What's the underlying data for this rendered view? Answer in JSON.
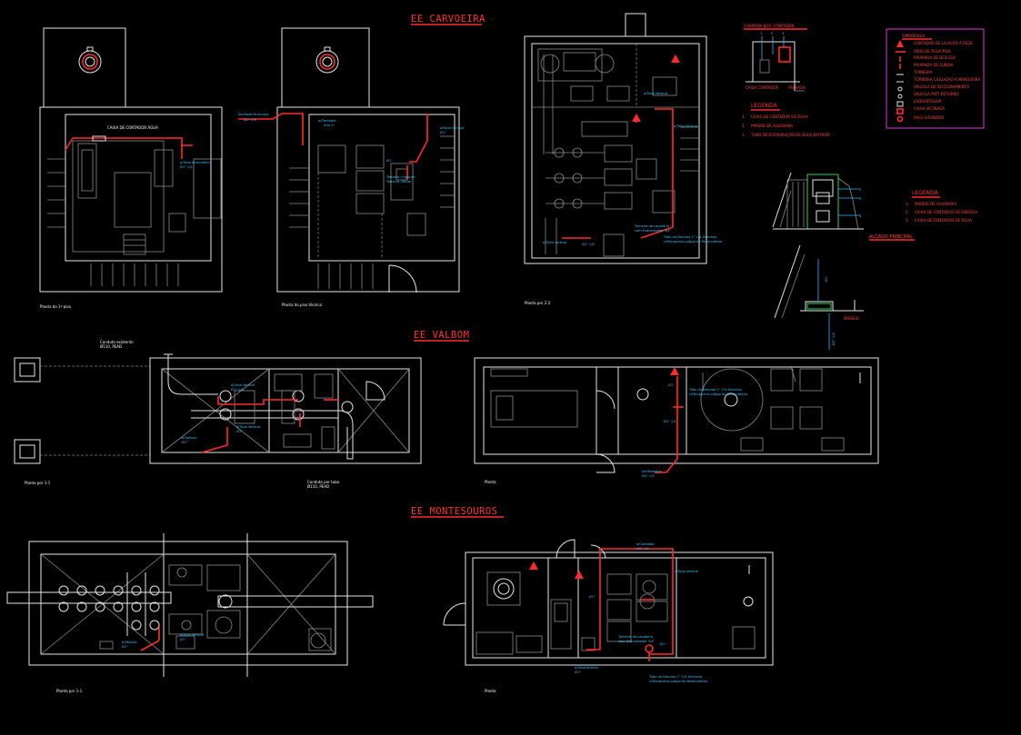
{
  "titles": {
    "carvoeira": "EE CARVOEIRA",
    "valbom": "EE VALBOM",
    "montesouros": "EE MONTESOUROS"
  },
  "legend_box": {
    "title": "SIMBOLOGIA",
    "items": [
      "CONTADOR DE LIGAÇÃO À REDE",
      "REDE DE ÁGUA FRIA",
      "PRUMADA DE DESCIDA",
      "PRUMADA DE SUBIDA",
      "TORNEIRA",
      "TORNEIRA C/LIGAÇÃO À MANGUEIRA",
      "VÁLVULA DE SECCIONAMENTO",
      "VÁLVULA ANTI-RETORNO",
      "ESQUENTADOR",
      "CAIXA SIFONADA",
      "RALO SIFONADO"
    ]
  },
  "legend1": {
    "title": "LEGENDA",
    "items": [
      "CAIXA DE CONTADOR DE ÁGUA",
      "PAREDE DE ALVENARIA",
      "TUBO DE DISTRIBUIÇÃO DE ÁGUA EM PEAD"
    ]
  },
  "legend2": {
    "title": "LEGENDA",
    "items": [
      "PAREDE DE ALVENARIA",
      "CAIXA DE CONTADOR DE ENERGIA",
      "CAIXA DE CONTADOR DE ÁGUA"
    ]
  },
  "labels": {
    "chamada": "CHAMADA EDIF. CONTADOR",
    "alcado": "ALÇADO PRINCIPAL",
    "planta_c1": "Planta do 1º piso",
    "planta_c2": "Planta do piso técnico",
    "planta_c3": "Planta por 2-2",
    "planta_v1": "Planta por 1-1",
    "planta_v2": "Planta",
    "planta_m1": "Planta por 1-1",
    "planta_m2": "Planta",
    "rede_pub": "Da Rede Municipal Ø2\" 1/4",
    "contador": "Contador Ø1\"",
    "torneira": "Torneira c/ligação à mangueira Ø3/4\"",
    "valbom_conduta": "Conduta existente Ø110, PEAD",
    "valbom_tubo": "Tubo de descida Ø1\" 1/4",
    "montesouros_tubo": "Tubo de Descida 1\" 1/4 Alumínio c/ Mangueira p/Algo do Reservatório"
  },
  "colors": {
    "background": "#000000",
    "walls": "#e6e6e6",
    "pipes": "#ff2a2a",
    "notes": "#29b6ff",
    "legend_frame": "#d33ad3",
    "meter_box": "#27d35a"
  }
}
